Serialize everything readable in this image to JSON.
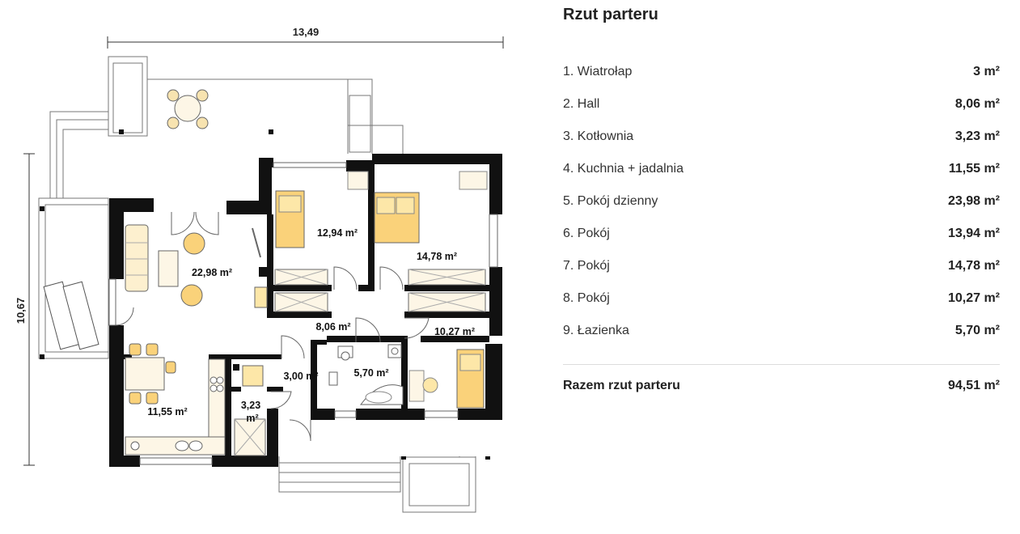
{
  "plan": {
    "width_dim": "13,49",
    "height_dim": "10,67",
    "areas": [
      "22,98 m²",
      "12,94 m²",
      "14,78 m²",
      "8,06 m²",
      "10,27 m²",
      "3,00 m²",
      "5,70 m²",
      "11,55 m²",
      "3,23",
      "m²"
    ]
  },
  "panel": {
    "title": "Rzut parteru",
    "rooms": [
      {
        "name": "1. Wiatrołap",
        "area": "3 m²"
      },
      {
        "name": "2. Hall",
        "area": "8,06 m²"
      },
      {
        "name": "3. Kotłownia",
        "area": "3,23 m²"
      },
      {
        "name": "4. Kuchnia + jadalnia",
        "area": "11,55 m²"
      },
      {
        "name": "5. Pokój dzienny",
        "area": "23,98 m²"
      },
      {
        "name": "6. Pokój",
        "area": "13,94 m²"
      },
      {
        "name": "7. Pokój",
        "area": "14,78 m²"
      },
      {
        "name": "8. Pokój",
        "area": "10,27 m²"
      },
      {
        "name": "9. Łazienka",
        "area": "5,70 m²"
      }
    ],
    "total_label": "Razem rzut parteru",
    "total_value": "94,51 m²"
  }
}
